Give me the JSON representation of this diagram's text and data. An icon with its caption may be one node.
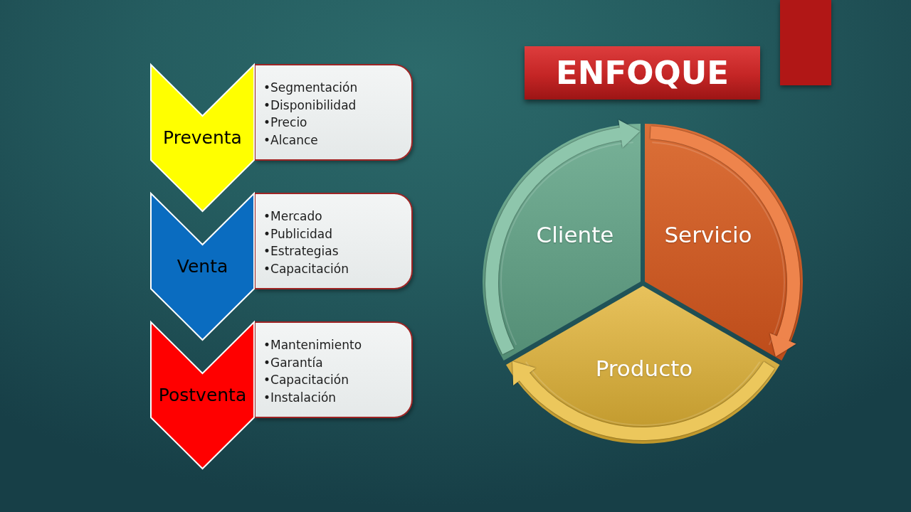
{
  "diagram": {
    "title": "ENFOQUE",
    "nodes": [
      {
        "text": [
          "Preventa"
        ]
      },
      {
        "text": [
          "•Segmentación",
          "•Disponibilidad",
          "•Precio",
          "•Alcance"
        ]
      },
      {
        "text": [
          "Venta"
        ]
      },
      {
        "text": [
          "•Mercado",
          "•Publicidad",
          "•Estrategias",
          "•Capacitación"
        ]
      },
      {
        "text": [
          "Postventa"
        ]
      },
      {
        "text": [
          "•Mantenimiento",
          "•Garantía",
          "•Capacitación",
          "•Instalación"
        ]
      },
      {
        "text": [
          "Cliente"
        ]
      },
      {
        "text": [
          "Servicio"
        ]
      },
      {
        "text": [
          "Producto"
        ]
      }
    ],
    "edges": [
      {
        "from": 6,
        "to": 7,
        "arrow": "to",
        "color": "#8ec6ac"
      },
      {
        "from": 7,
        "to": 8,
        "arrow": "to",
        "color": "#ee844c"
      },
      {
        "from": 8,
        "to": 6,
        "arrow": "to",
        "color": "#ecc75c"
      }
    ]
  }
}
